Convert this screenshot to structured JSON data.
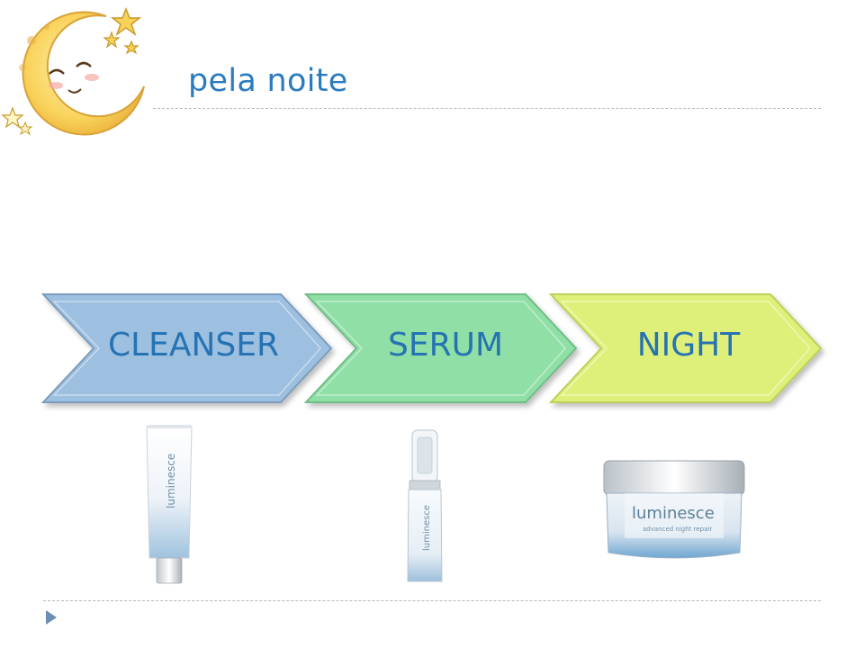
{
  "slide": {
    "title": "pela noite"
  },
  "steps": [
    {
      "label": "CLEANSER",
      "fill": "#9dbfe0",
      "stroke": "#7d9cbc"
    },
    {
      "label": "SERUM",
      "fill": "#8fdfa6",
      "stroke": "#6fbd86"
    },
    {
      "label": "NIGHT",
      "fill": "#dff07a",
      "stroke": "#bfcf5a"
    }
  ],
  "products": [
    {
      "name": "cleanser-tube",
      "brand": "luminesce"
    },
    {
      "name": "serum-bottle",
      "brand": "luminesce"
    },
    {
      "name": "night-cream-jar",
      "brand": "luminesce",
      "subtitle": "advanced night repair"
    }
  ],
  "colors": {
    "title": "#2a7bbf",
    "label": "#2673b3",
    "divider": "#b9b9b9",
    "bullet": "#6e8fb5"
  }
}
